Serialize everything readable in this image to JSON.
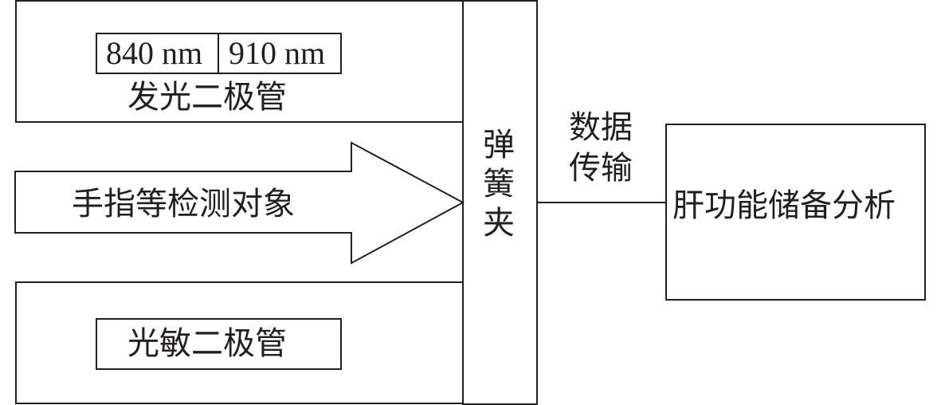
{
  "led": {
    "label": "发光二极管",
    "wavelengths": [
      "840 nm",
      "910 nm"
    ]
  },
  "finger": {
    "label": "手指等检测对象"
  },
  "photodiode": {
    "label": "光敏二极管"
  },
  "clip": {
    "label": [
      "弹",
      "簧",
      "夹"
    ]
  },
  "data_transfer": {
    "label": [
      "数据",
      "传输"
    ]
  },
  "analysis": {
    "label": "肝功能储备分析"
  }
}
